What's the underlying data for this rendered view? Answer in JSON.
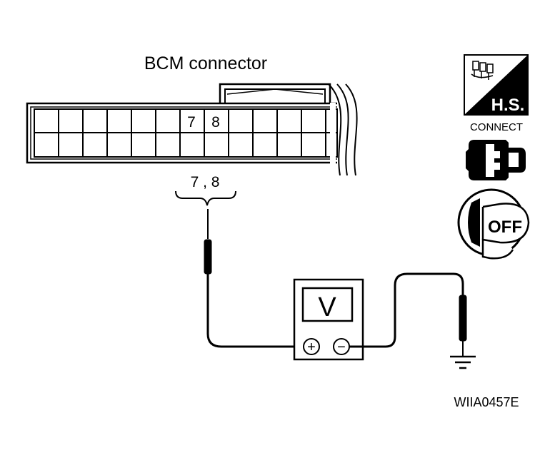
{
  "connector": {
    "title": "BCM connector",
    "pin_a": "7",
    "pin_b": "8",
    "pins_label": "7 , 8"
  },
  "meter": {
    "display": "V",
    "plus": "+",
    "minus": "−"
  },
  "icons": {
    "hs_label": "H.S.",
    "connect_label": "CONNECT",
    "ignition_label": "OFF"
  },
  "figure_code": "WIIA0457E"
}
